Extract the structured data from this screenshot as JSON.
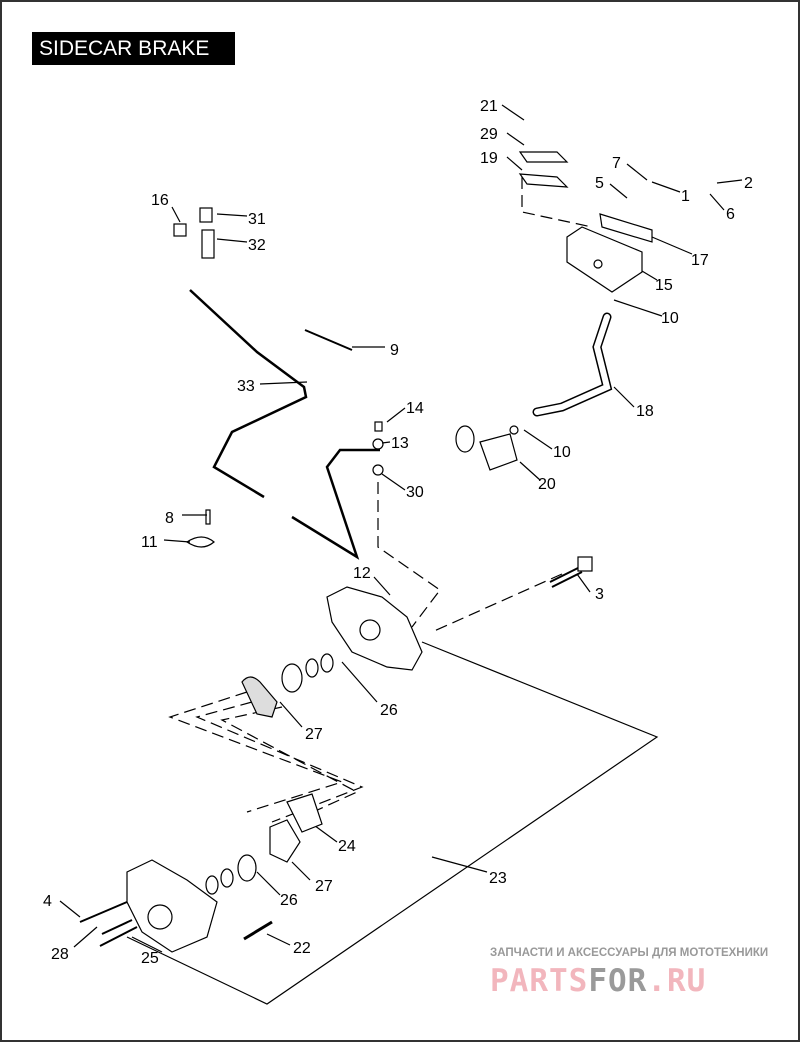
{
  "title": "SIDECAR BRAKE",
  "callouts": {
    "c21": "21",
    "c29": "29",
    "c19": "19",
    "c7": "7",
    "c5": "5",
    "c1": "1",
    "c2": "2",
    "c6": "6",
    "c17": "17",
    "c15": "15",
    "c10a": "10",
    "c16": "16",
    "c31": "31",
    "c32": "32",
    "c9": "9",
    "c33": "33",
    "c18": "18",
    "c14": "14",
    "c13": "13",
    "c10b": "10",
    "c20": "20",
    "c30": "30",
    "c8": "8",
    "c11": "11",
    "c12": "12",
    "c3": "3",
    "c26a": "26",
    "c27a": "27",
    "c24": "24",
    "c23": "23",
    "c27b": "27",
    "c26b": "26",
    "c4": "4",
    "c28": "28",
    "c25": "25",
    "c22": "22"
  },
  "watermark": {
    "subtitle": "ЗАПЧАСТИ И АКСЕССУАРЫ ДЛЯ МОТОТЕХНИКИ",
    "logo_part1": "PARTS",
    "logo_part2": "FOR",
    "logo_part3": ".RU",
    "colors": {
      "pink": "#f2b6bd",
      "gray": "#9a9a9a"
    }
  }
}
